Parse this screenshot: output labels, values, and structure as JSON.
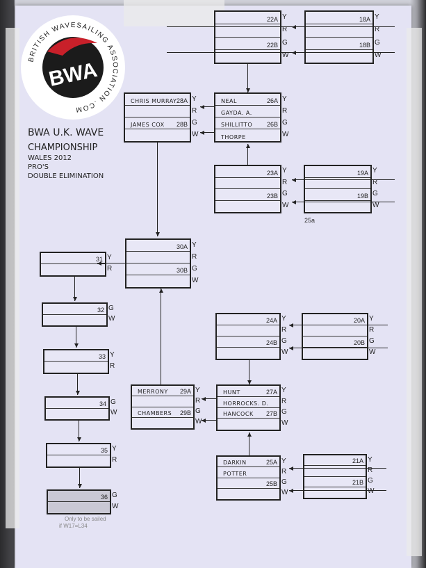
{
  "logo": {
    "ring_text": "BRITISH WAVESAILING ASSOCIATION .COM",
    "mark": "BWA"
  },
  "title": {
    "line1": "BWA U.K. WAVE",
    "line2": "CHAMPIONSHIP",
    "line3": "Wales 2012",
    "line4": "Pro's",
    "line5": "Double Elimination"
  },
  "colors": {
    "paper": "#e4e3f4",
    "logo_red": "#c8202a",
    "ink": "#222222"
  },
  "heats": [
    {
      "id": "22",
      "rows": [
        {
          "name": "",
          "slot": "22A",
          "letter": "Y"
        },
        {
          "name": "",
          "slot": "",
          "letter": "R"
        },
        {
          "name": "",
          "slot": "22B",
          "letter": "G"
        },
        {
          "name": "",
          "slot": "",
          "letter": "W"
        }
      ]
    },
    {
      "id": "18",
      "rows": [
        {
          "name": "",
          "slot": "18A",
          "letter": "Y"
        },
        {
          "name": "",
          "slot": "",
          "letter": "R"
        },
        {
          "name": "",
          "slot": "18B",
          "letter": "G"
        },
        {
          "name": "",
          "slot": "",
          "letter": "W"
        }
      ]
    },
    {
      "id": "28",
      "rows": [
        {
          "name": "Chris Murray",
          "slot": "28A",
          "letter": "Y"
        },
        {
          "name": "",
          "slot": "",
          "letter": "R"
        },
        {
          "name": "James Cox",
          "slot": "28B",
          "letter": "G"
        },
        {
          "name": "",
          "slot": "",
          "letter": "W"
        }
      ]
    },
    {
      "id": "26",
      "rows": [
        {
          "name": "Neal",
          "slot": "26A",
          "letter": "Y"
        },
        {
          "name": "Gayda. A.",
          "slot": "",
          "letter": "R"
        },
        {
          "name": "Shillitto",
          "slot": "26B",
          "letter": "G"
        },
        {
          "name": "Thorpe",
          "slot": "",
          "letter": "W"
        }
      ]
    },
    {
      "id": "23",
      "rows": [
        {
          "name": "",
          "slot": "23A",
          "letter": "Y"
        },
        {
          "name": "",
          "slot": "",
          "letter": "R"
        },
        {
          "name": "",
          "slot": "23B",
          "letter": "G"
        },
        {
          "name": "",
          "slot": "",
          "letter": "W"
        }
      ]
    },
    {
      "id": "19",
      "rows": [
        {
          "name": "",
          "slot": "19A",
          "letter": "Y"
        },
        {
          "name": "",
          "slot": "",
          "letter": "R"
        },
        {
          "name": "",
          "slot": "19B",
          "letter": "G"
        },
        {
          "name": "",
          "slot": "",
          "letter": "W"
        }
      ]
    },
    {
      "id": "30",
      "rows": [
        {
          "name": "",
          "slot": "30A",
          "letter": "Y"
        },
        {
          "name": "",
          "slot": "",
          "letter": "R"
        },
        {
          "name": "",
          "slot": "30B",
          "letter": "G"
        },
        {
          "name": "",
          "slot": "",
          "letter": "W"
        }
      ]
    },
    {
      "id": "31",
      "rows": [
        {
          "name": "",
          "slot": "31",
          "letter": "Y"
        },
        {
          "name": "",
          "slot": "",
          "letter": "R"
        }
      ]
    },
    {
      "id": "32",
      "rows": [
        {
          "name": "",
          "slot": "32",
          "letter": "G"
        },
        {
          "name": "",
          "slot": "",
          "letter": "W"
        }
      ]
    },
    {
      "id": "33",
      "rows": [
        {
          "name": "",
          "slot": "33",
          "letter": "Y"
        },
        {
          "name": "",
          "slot": "",
          "letter": "R"
        }
      ]
    },
    {
      "id": "34",
      "rows": [
        {
          "name": "",
          "slot": "34",
          "letter": "G"
        },
        {
          "name": "",
          "slot": "",
          "letter": "W"
        }
      ]
    },
    {
      "id": "35",
      "rows": [
        {
          "name": "",
          "slot": "35",
          "letter": "Y"
        },
        {
          "name": "",
          "slot": "",
          "letter": "R"
        }
      ]
    },
    {
      "id": "36",
      "rows": [
        {
          "name": "",
          "slot": "36",
          "letter": "G"
        },
        {
          "name": "",
          "slot": "",
          "letter": "W"
        }
      ]
    },
    {
      "id": "24",
      "rows": [
        {
          "name": "",
          "slot": "24A",
          "letter": "Y"
        },
        {
          "name": "",
          "slot": "",
          "letter": "R"
        },
        {
          "name": "",
          "slot": "24B",
          "letter": "G"
        },
        {
          "name": "",
          "slot": "",
          "letter": "W"
        }
      ]
    },
    {
      "id": "20",
      "rows": [
        {
          "name": "",
          "slot": "20A",
          "letter": "Y"
        },
        {
          "name": "",
          "slot": "",
          "letter": "R"
        },
        {
          "name": "",
          "slot": "20B",
          "letter": "G"
        },
        {
          "name": "",
          "slot": "",
          "letter": "W"
        }
      ]
    },
    {
      "id": "29",
      "rows": [
        {
          "name": "Merrony",
          "slot": "29A",
          "letter": "Y"
        },
        {
          "name": "",
          "slot": "",
          "letter": "R"
        },
        {
          "name": "Chambers",
          "slot": "29B",
          "letter": "G"
        },
        {
          "name": "",
          "slot": "",
          "letter": "W"
        }
      ]
    },
    {
      "id": "27",
      "rows": [
        {
          "name": "Hunt",
          "slot": "27A",
          "letter": "Y"
        },
        {
          "name": "Horrocks. D.",
          "slot": "",
          "letter": "R"
        },
        {
          "name": "Hancock",
          "slot": "27B",
          "letter": "G"
        },
        {
          "name": "",
          "slot": "",
          "letter": "W"
        }
      ]
    },
    {
      "id": "25",
      "rows": [
        {
          "name": "Darkin",
          "slot": "25A",
          "letter": "Y"
        },
        {
          "name": "Potter",
          "slot": "",
          "letter": "R"
        },
        {
          "name": "",
          "slot": "25B",
          "letter": "G"
        },
        {
          "name": "",
          "slot": "",
          "letter": "W"
        }
      ]
    },
    {
      "id": "21",
      "rows": [
        {
          "name": "",
          "slot": "21A",
          "letter": "Y"
        },
        {
          "name": "",
          "slot": "",
          "letter": "R"
        },
        {
          "name": "",
          "slot": "21B",
          "letter": "G"
        },
        {
          "name": "",
          "slot": "",
          "letter": "W"
        }
      ]
    }
  ],
  "notes": {
    "handwritten": "25a",
    "heat36_line1": "Only to be sailed",
    "heat36_line2": "if W17=L34"
  }
}
